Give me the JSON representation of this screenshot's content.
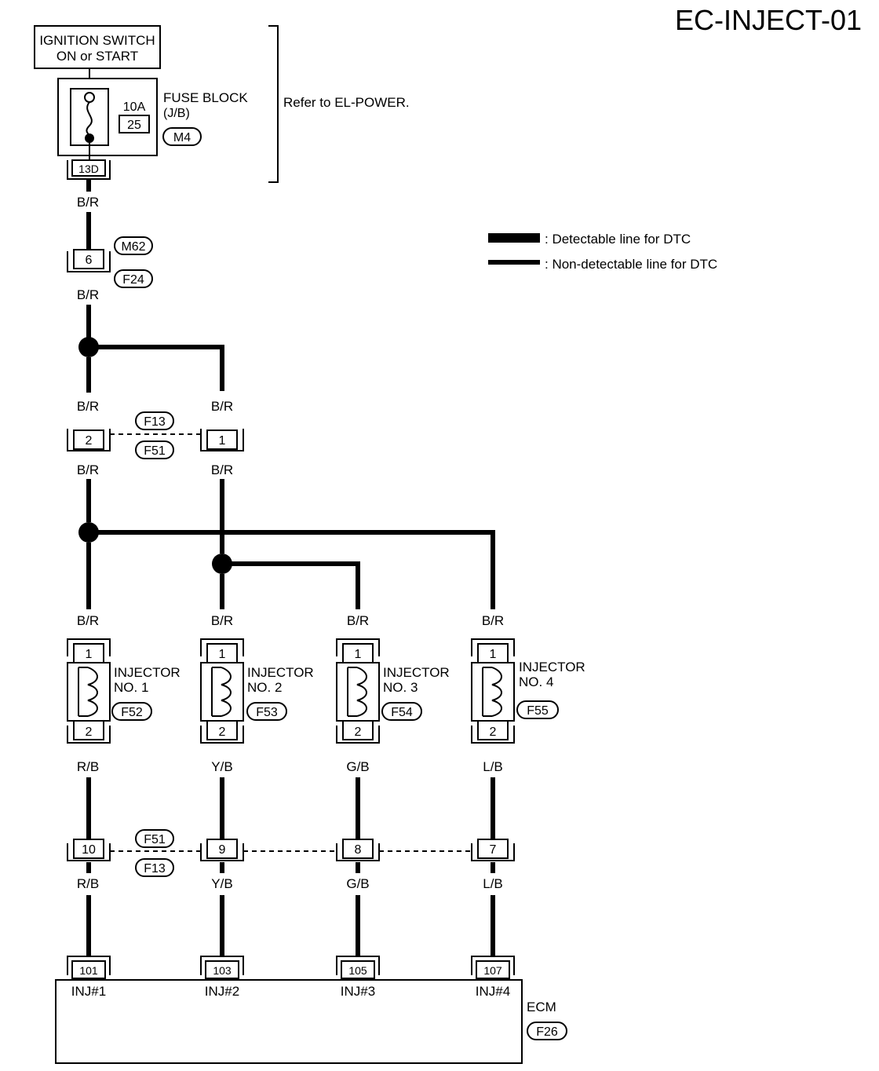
{
  "page_code": "EC-INJECT-01",
  "ignition": {
    "line1": "IGNITION SWITCH",
    "line2": "ON or START"
  },
  "fuse_block": {
    "amperage": "10A",
    "fuse_no": "25",
    "label1": "FUSE BLOCK",
    "label2": "(J/B)",
    "connector": "M4",
    "terminal": "13D"
  },
  "refer_text": "Refer to EL-POWER.",
  "legend": {
    "detectable": ": Detectable line for DTC",
    "non_detectable": ": Non-detectable line for DTC"
  },
  "joint": {
    "terminal": "6",
    "connector_top": "M62",
    "connector_bottom": "F24"
  },
  "joint2": {
    "left_terminal": "2",
    "right_terminal": "1",
    "connector_top": "F13",
    "connector_bottom": "F51"
  },
  "joint3": {
    "terminals": [
      "10",
      "9",
      "8",
      "7"
    ],
    "connector_top": "F51",
    "connector_bottom": "F13"
  },
  "wire_colors": {
    "power": "B/R",
    "inj1": "R/B",
    "inj2": "Y/B",
    "inj3": "G/B",
    "inj4": "L/B"
  },
  "injectors": [
    {
      "name": "INJECTOR",
      "no": "NO. 1",
      "pin_top": "1",
      "pin_bottom": "2",
      "connector": "F52"
    },
    {
      "name": "INJECTOR",
      "no": "NO. 2",
      "pin_top": "1",
      "pin_bottom": "2",
      "connector": "F53"
    },
    {
      "name": "INJECTOR",
      "no": "NO. 3",
      "pin_top": "1",
      "pin_bottom": "2",
      "connector": "F54"
    },
    {
      "name": "INJECTOR",
      "no": "NO. 4",
      "pin_top": "1",
      "pin_bottom": "2",
      "connector": "F55"
    }
  ],
  "ecm": {
    "label": "ECM",
    "connector": "F26",
    "terminals": [
      "101",
      "103",
      "105",
      "107"
    ],
    "pins": [
      "INJ#1",
      "INJ#2",
      "INJ#3",
      "INJ#4"
    ]
  }
}
